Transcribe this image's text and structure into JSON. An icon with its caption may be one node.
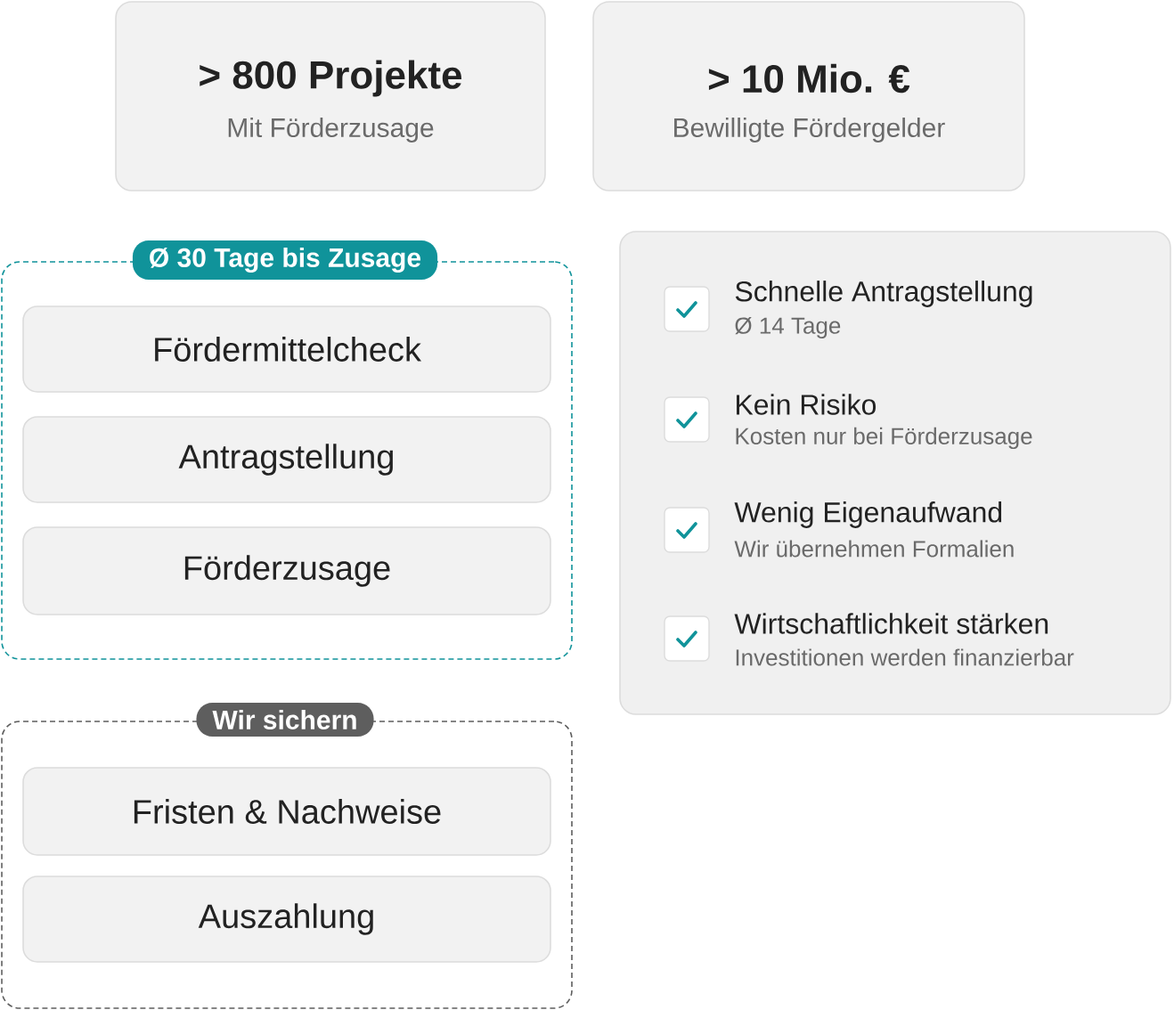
{
  "diagram": {
    "nodes": [
      {
        "text": [
          "> 800 Projekte",
          "Mit Förderzusage"
        ]
      },
      {
        "text": [
          "> 10 Mio. €",
          "Bewilligte Fördergelder"
        ]
      },
      {
        "text": [
          "Ø 30 Tage bis Zusage"
        ]
      },
      {
        "text": [
          "Fördermittelcheck"
        ],
        "in": 2
      },
      {
        "text": [
          "Antragstellung"
        ],
        "in": 2
      },
      {
        "text": [
          "Förderzusage"
        ],
        "in": 2
      },
      {
        "text": [
          "Wir sichern"
        ]
      },
      {
        "text": [
          "Fristen & Nachweise"
        ],
        "in": 6
      },
      {
        "text": [
          "Auszahlung"
        ],
        "in": 6
      },
      {
        "text": [],
        "shape": "box"
      },
      {
        "text": [
          "Schnelle Antragstellung",
          "Ø 14 Tage"
        ],
        "in": 9
      },
      {
        "text": [
          "Kein Risiko",
          "Kosten nur bei Förderzusage"
        ],
        "in": 9
      },
      {
        "text": [
          "Wenig Eigenaufwand",
          "Wir übernehmen Formalien"
        ],
        "in": 9
      },
      {
        "text": [
          "Wirtschaftlichkeit stärken",
          "Investitionen werden finanzierbar"
        ],
        "in": 9
      }
    ]
  }
}
